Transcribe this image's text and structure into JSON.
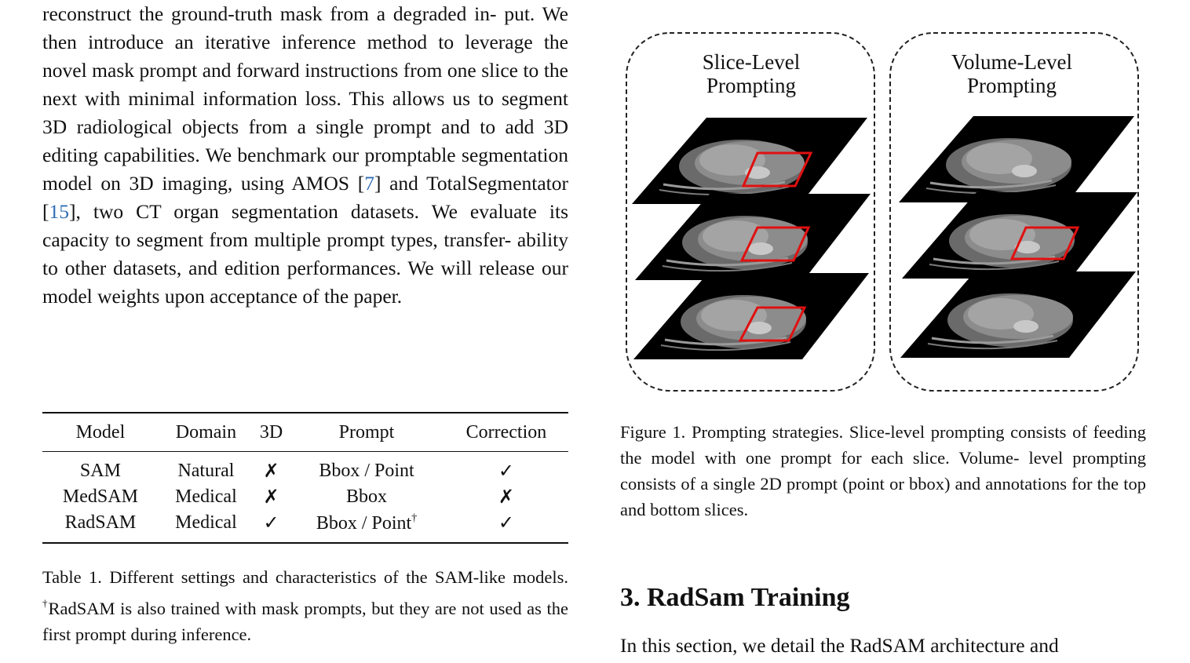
{
  "body": {
    "part1": "reconstruct the ground-truth mask from a degraded in- put. We then introduce an iterative inference method to leverage the novel mask prompt and forward instructions from one slice to the next with minimal information loss. This allows us to segment 3D radiological objects from a single prompt and to add 3D editing capabilities. We benchmark our promptable segmentation model on 3D imaging, using AMOS [",
    "ref1": "7",
    "part2": "] and TotalSegmentator [",
    "ref2": "15",
    "part3": "], two CT organ segmentation datasets.  We evaluate its capacity to segment from multiple prompt types, transfer- ability to other datasets, and edition performances. We will release our model weights upon acceptance of the paper."
  },
  "table": {
    "headers": [
      "Model",
      "Domain",
      "3D",
      "Prompt",
      "Correction"
    ],
    "rows": [
      [
        "SAM",
        "Natural",
        "✗",
        "Bbox / Point",
        "✓"
      ],
      [
        "MedSAM",
        "Medical",
        "✗",
        "Bbox",
        "✗"
      ],
      [
        "RadSAM",
        "Medical",
        "✓",
        "Bbox / Point",
        "✓"
      ]
    ],
    "dagger": "†",
    "caption_a": "Table 1. Different settings and characteristics of the SAM-like models. ",
    "caption_b": "RadSAM is also trained with mask prompts, but they are not used as the first prompt during inference."
  },
  "figure": {
    "panel1_line1": "Slice-Level",
    "panel1_line2": "Prompting",
    "panel2_line1": "Volume-Level",
    "panel2_line2": "Prompting",
    "bbox_color": "#e01010",
    "caption": "Figure 1. Prompting strategies. Slice-level prompting consists of feeding the model with one prompt for each slice. Volume- level prompting consists of a single 2D prompt (point or bbox) and annotations for the top and bottom slices."
  },
  "section": {
    "title": "3. RadSam Training",
    "text": "In this section, we detail the RadSAM architecture and"
  }
}
